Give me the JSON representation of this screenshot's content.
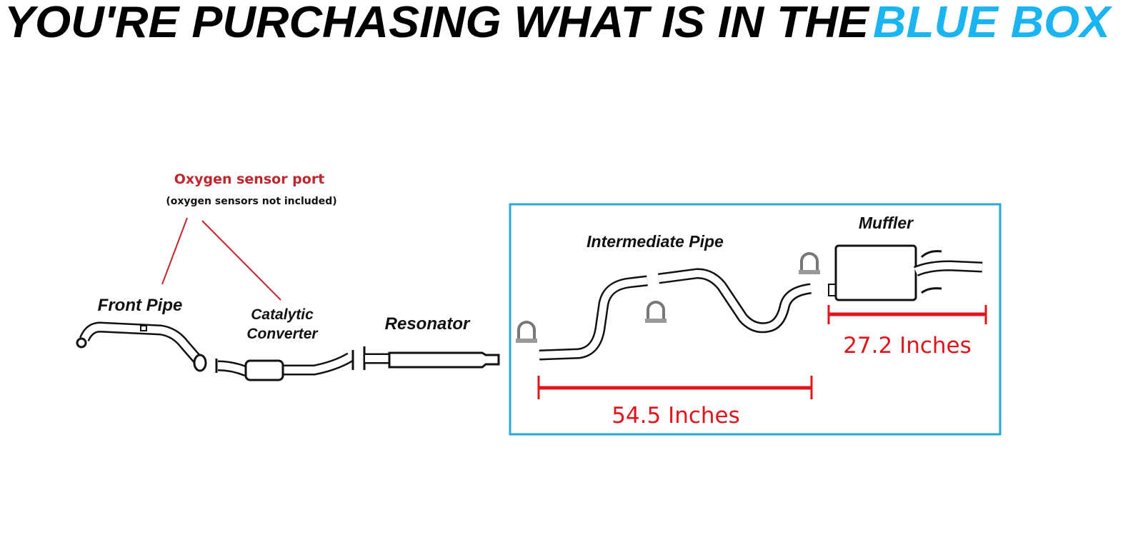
{
  "title": {
    "main": "YOU'RE PURCHASING WHAT IS IN THE",
    "highlight": "BLUE BOX"
  },
  "colors": {
    "highlight": "#1ab4f0",
    "box": "#2aa6dd",
    "dimension": "#e0141b",
    "sensor": "#c0262d"
  },
  "sensor_note": {
    "label": "Oxygen sensor port",
    "sub": "(oxygen sensors not included)"
  },
  "parts": {
    "front_pipe": "Front Pipe",
    "catalytic_line1": "Catalytic",
    "catalytic_line2": "Converter",
    "resonator": "Resonator",
    "intermediate_pipe": "Intermediate Pipe",
    "muffler": "Muffler"
  },
  "dimensions": {
    "intermediate": "54.5 Inches",
    "muffler": "27.2 Inches"
  }
}
